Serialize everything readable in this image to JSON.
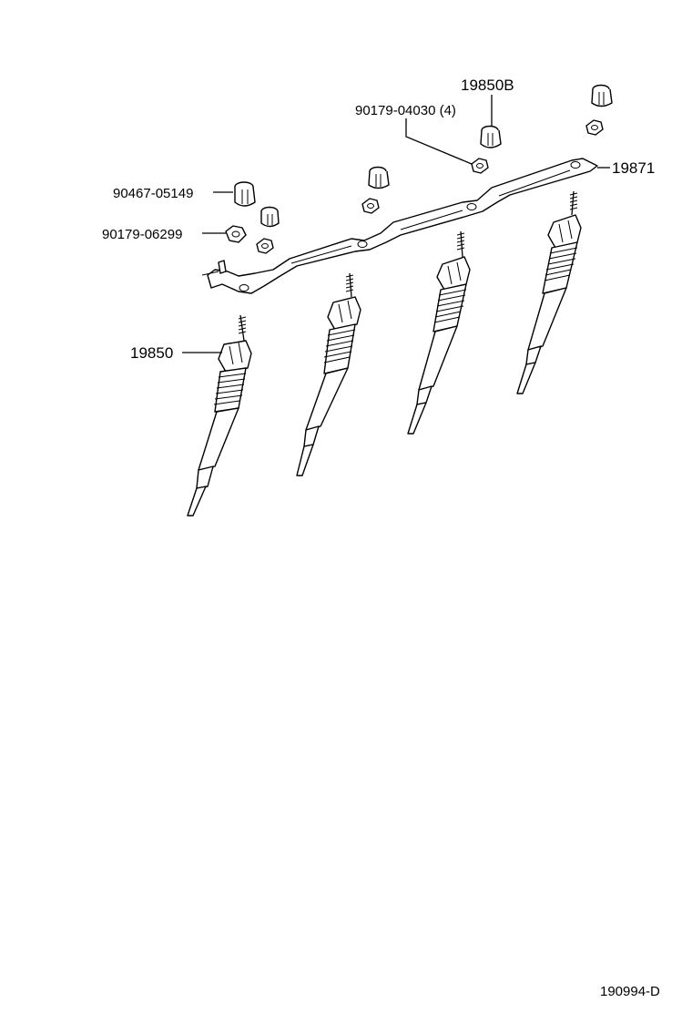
{
  "labels": {
    "p19850B": "19850B",
    "p90179_04030": "90179-04030 (4)",
    "p19871": "19871",
    "p90467_05149": "90467-05149",
    "p90179_06299": "90179-06299",
    "p19850": "19850"
  },
  "footer": {
    "code": "190994-D"
  }
}
